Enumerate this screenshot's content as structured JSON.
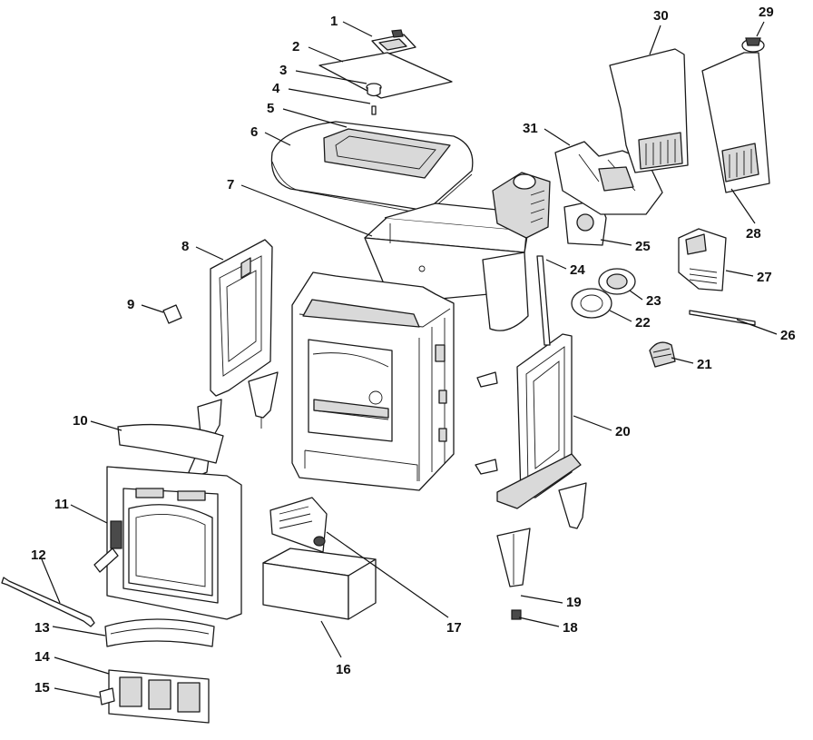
{
  "callouts": [
    {
      "id": "1"
    },
    {
      "id": "2"
    },
    {
      "id": "3"
    },
    {
      "id": "4"
    },
    {
      "id": "5"
    },
    {
      "id": "6"
    },
    {
      "id": "7"
    },
    {
      "id": "8"
    },
    {
      "id": "9"
    },
    {
      "id": "10"
    },
    {
      "id": "11"
    },
    {
      "id": "12"
    },
    {
      "id": "13"
    },
    {
      "id": "14"
    },
    {
      "id": "15"
    },
    {
      "id": "16"
    },
    {
      "id": "17"
    },
    {
      "id": "18"
    },
    {
      "id": "19"
    },
    {
      "id": "20"
    },
    {
      "id": "21"
    },
    {
      "id": "22"
    },
    {
      "id": "23"
    },
    {
      "id": "24"
    },
    {
      "id": "25"
    },
    {
      "id": "26"
    },
    {
      "id": "27"
    },
    {
      "id": "28"
    },
    {
      "id": "29"
    },
    {
      "id": "30"
    },
    {
      "id": "31"
    }
  ]
}
